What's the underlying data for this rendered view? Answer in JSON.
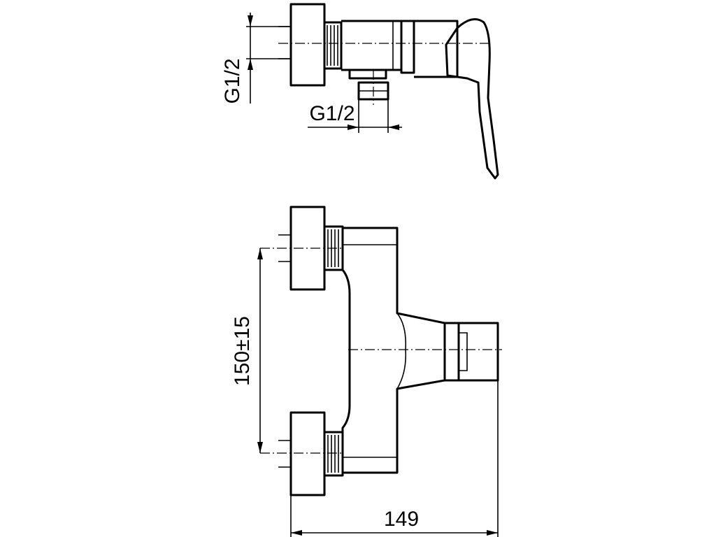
{
  "dimensions": {
    "side_view_inlet_thread": "G1/2",
    "side_view_outlet_thread": "G1/2",
    "front_view_inlet_spacing": "150±15",
    "front_view_width": "149"
  }
}
